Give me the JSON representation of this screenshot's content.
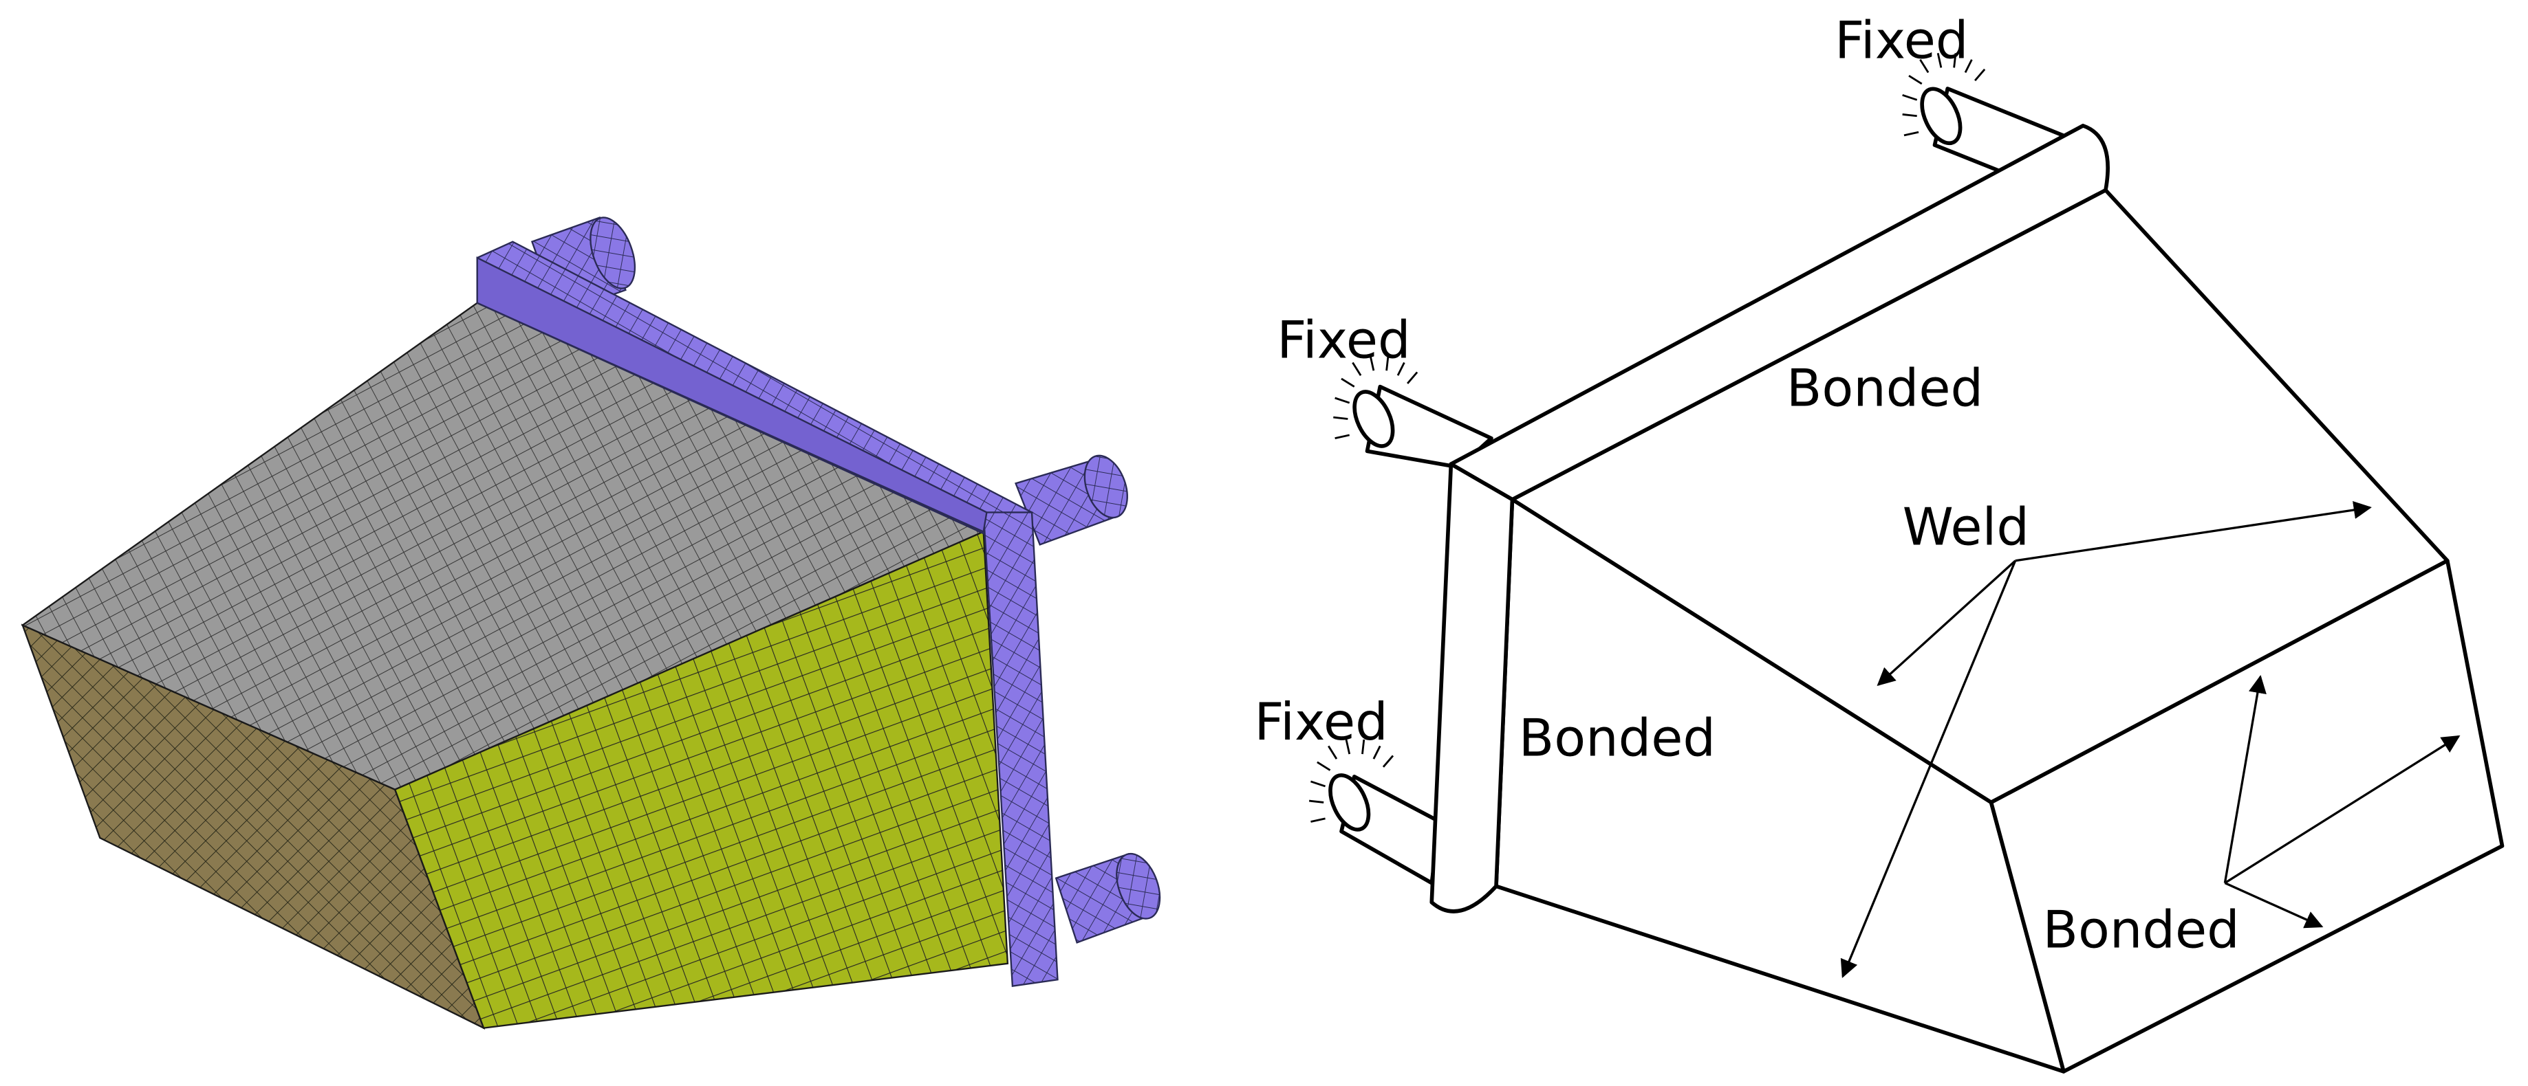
{
  "labels": {
    "fixed_top": "Fixed",
    "fixed_mid": "Fixed",
    "fixed_low": "Fixed",
    "bonded_top": "Bonded",
    "bonded_left": "Bonded",
    "bonded_right": "Bonded",
    "weld": "Weld"
  },
  "colors": {
    "mesh_gray": "#9a9a9a",
    "mesh_green": "#a6b81c",
    "mesh_purple": "#8a78e6",
    "mesh_lines": "#2a2a2a",
    "outline": "#000000"
  }
}
